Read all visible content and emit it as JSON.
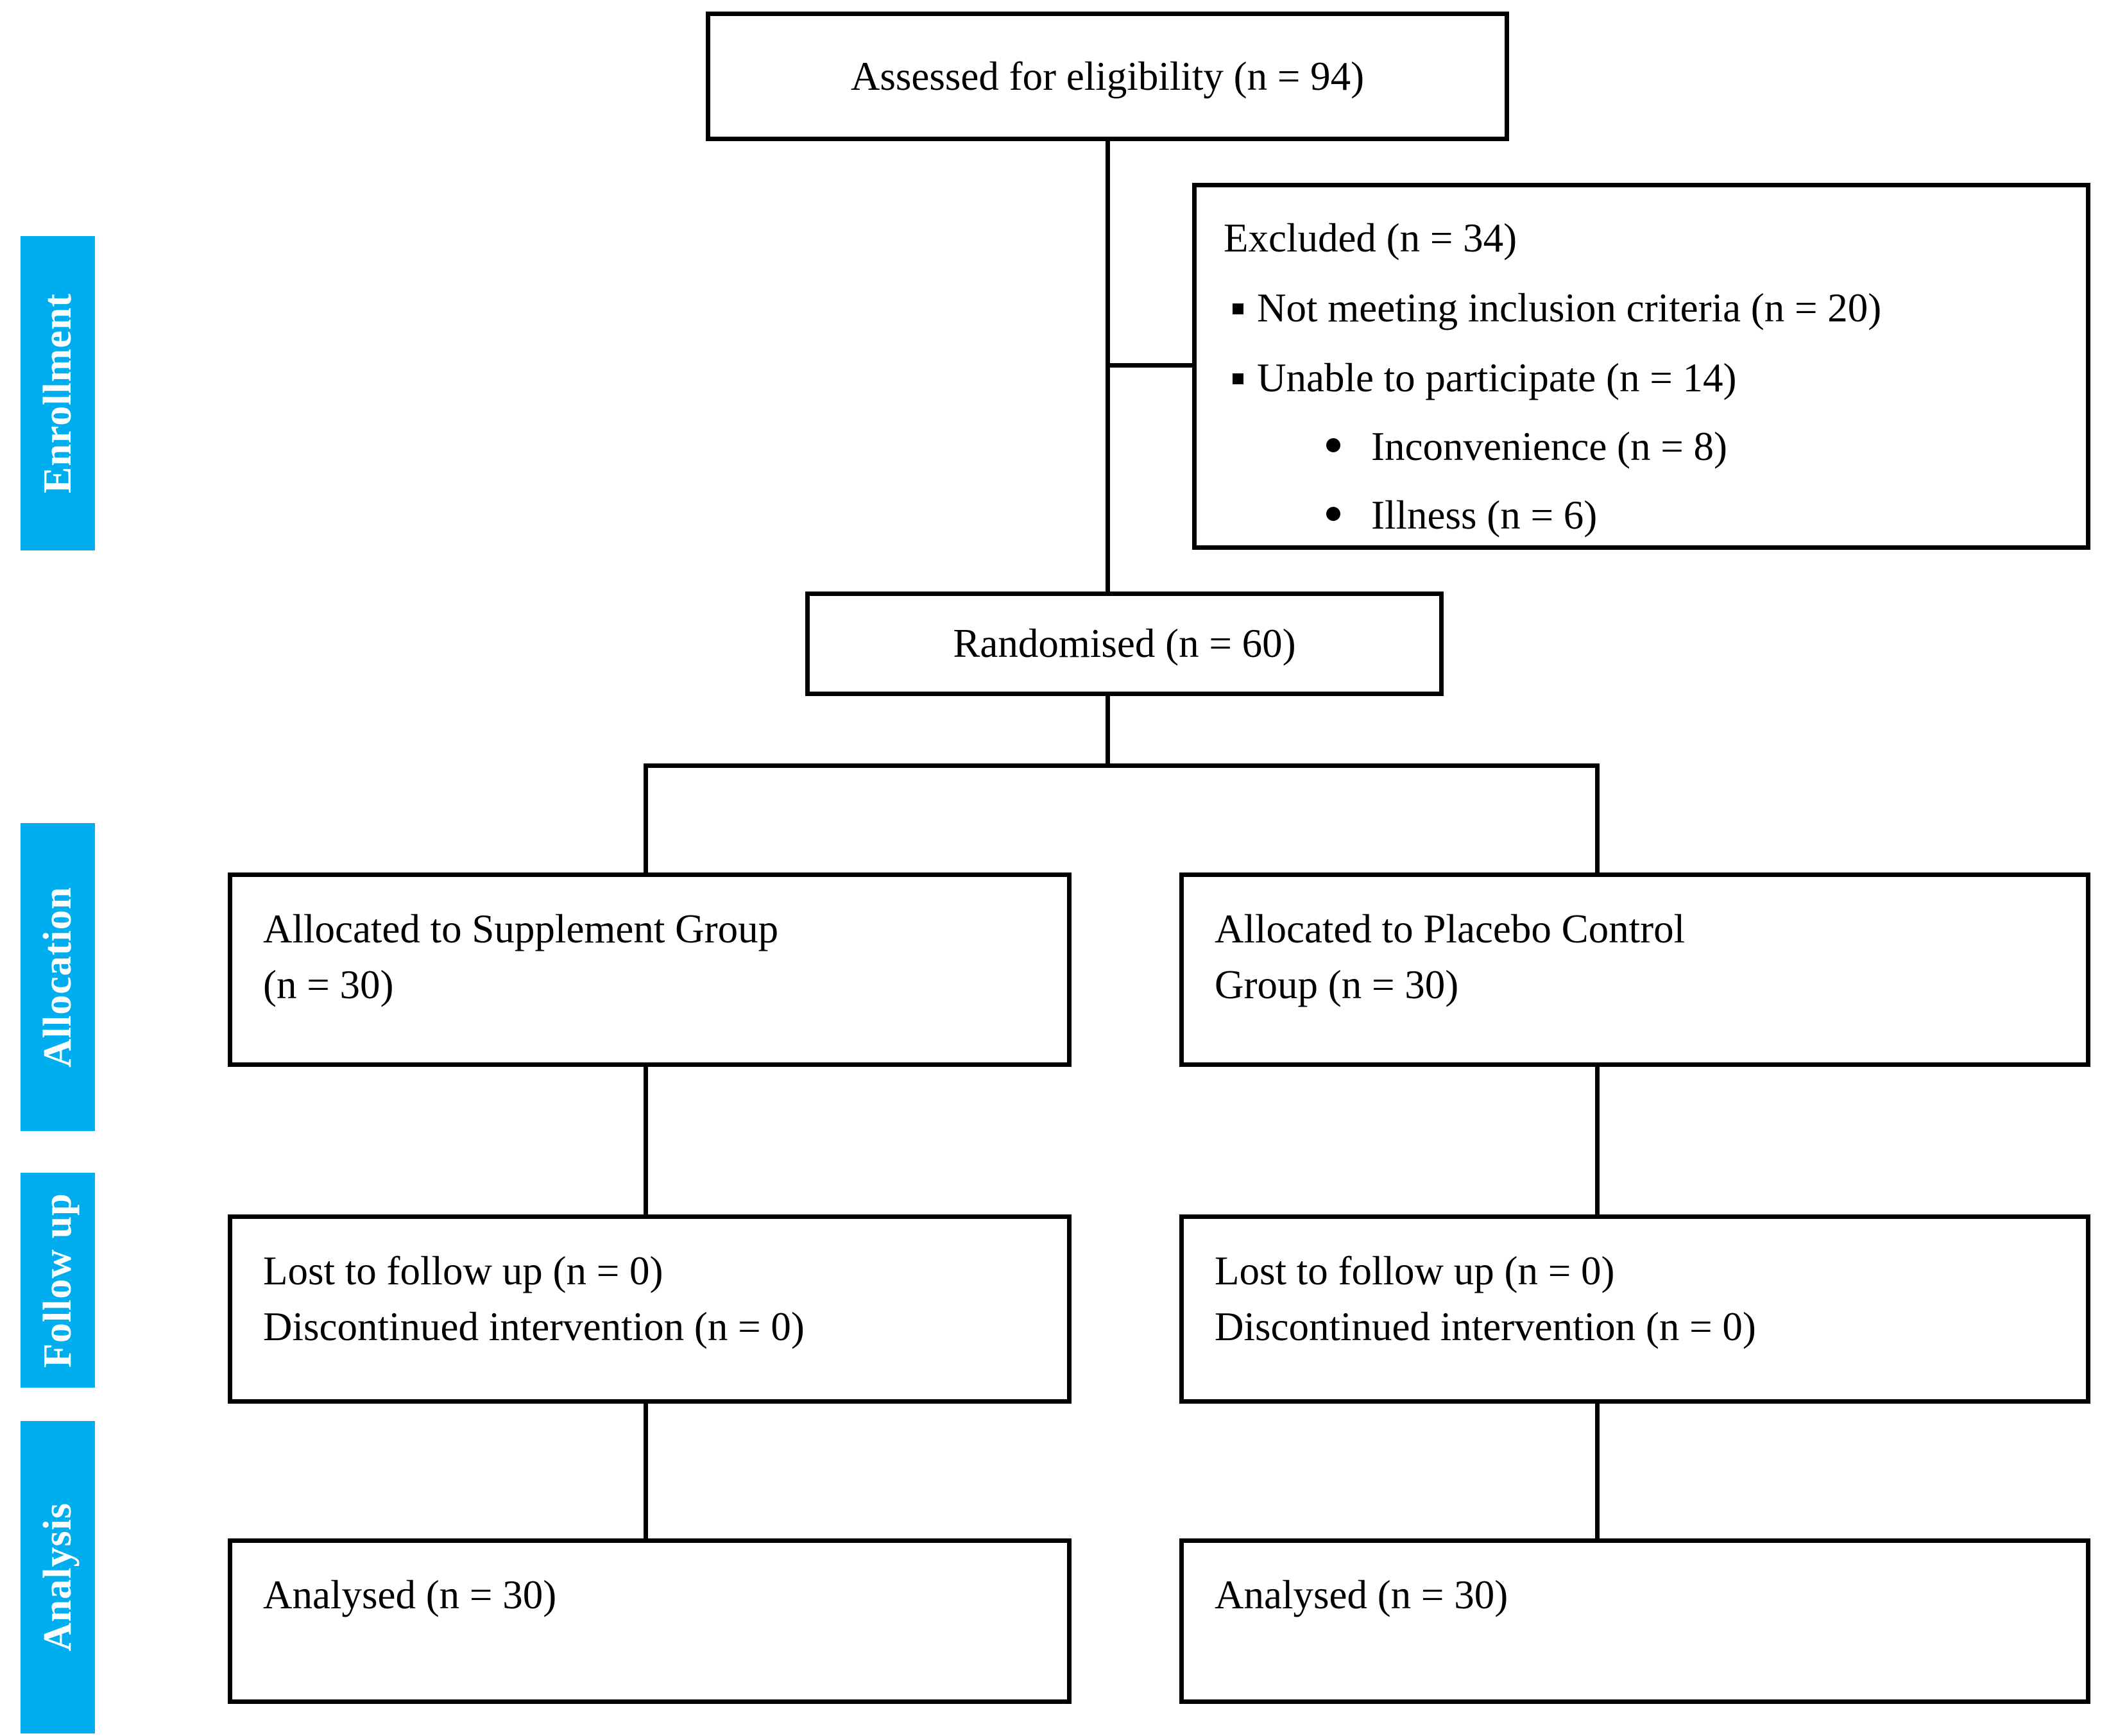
{
  "diagram": {
    "title": "CONSORT participant flow diagram",
    "accent_color": "#00AEEF",
    "line_color": "#000000",
    "background": "#ffffff"
  },
  "stages": [
    {
      "id": "enrollment",
      "label": "Enrollment"
    },
    {
      "id": "allocation",
      "label": "Allocation"
    },
    {
      "id": "followup",
      "label": "Follow up"
    },
    {
      "id": "analysis",
      "label": "Analysis"
    }
  ],
  "boxes": {
    "assessed": {
      "text": "Assessed for eligibility (n = 94)"
    },
    "excluded": {
      "heading": "Excluded (n = 34)",
      "reasons": [
        {
          "text": "Not meeting inclusion criteria (n = 20)",
          "bullet": "square"
        },
        {
          "text": "Unable to participate (n = 14)",
          "bullet": "square"
        }
      ],
      "sub_reasons": [
        {
          "text": "Inconvenience (n = 8)",
          "bullet": "dot"
        },
        {
          "text": "Illness (n = 6)",
          "bullet": "dot"
        }
      ]
    },
    "randomised": {
      "text": "Randomised (n = 60)"
    },
    "alloc_left": {
      "line1": "Allocated to Supplement Group",
      "line2": "(n = 30)"
    },
    "alloc_right": {
      "line1": "Allocated to Placebo Control",
      "line2": "Group (n = 30)"
    },
    "followup_left": {
      "line1": "Lost to follow up (n = 0)",
      "line2": "Discontinued intervention (n = 0)"
    },
    "followup_right": {
      "line1": "Lost to follow up (n = 0)",
      "line2": "Discontinued intervention (n = 0)"
    },
    "analysis_left": {
      "text": "Analysed (n = 30)"
    },
    "analysis_right": {
      "text": "Analysed (n = 30)"
    }
  },
  "chart_data": {
    "type": "table",
    "title": "CONSORT flow of participants",
    "nodes": [
      {
        "stage": "Enrollment",
        "label": "Assessed for eligibility",
        "n": 94
      },
      {
        "stage": "Enrollment",
        "label": "Excluded",
        "n": 34
      },
      {
        "stage": "Enrollment",
        "label": "Not meeting inclusion criteria",
        "n": 20
      },
      {
        "stage": "Enrollment",
        "label": "Unable to participate",
        "n": 14
      },
      {
        "stage": "Enrollment",
        "label": "Inconvenience",
        "n": 8
      },
      {
        "stage": "Enrollment",
        "label": "Illness",
        "n": 6
      },
      {
        "stage": "Enrollment",
        "label": "Randomised",
        "n": 60
      },
      {
        "stage": "Allocation",
        "label": "Allocated to Supplement Group",
        "n": 30
      },
      {
        "stage": "Allocation",
        "label": "Allocated to Placebo Control Group",
        "n": 30
      },
      {
        "stage": "Follow up",
        "label": "Supplement: Lost to follow up",
        "n": 0
      },
      {
        "stage": "Follow up",
        "label": "Supplement: Discontinued intervention",
        "n": 0
      },
      {
        "stage": "Follow up",
        "label": "Placebo: Lost to follow up",
        "n": 0
      },
      {
        "stage": "Follow up",
        "label": "Placebo: Discontinued intervention",
        "n": 0
      },
      {
        "stage": "Analysis",
        "label": "Supplement: Analysed",
        "n": 30
      },
      {
        "stage": "Analysis",
        "label": "Placebo: Analysed",
        "n": 30
      }
    ]
  }
}
